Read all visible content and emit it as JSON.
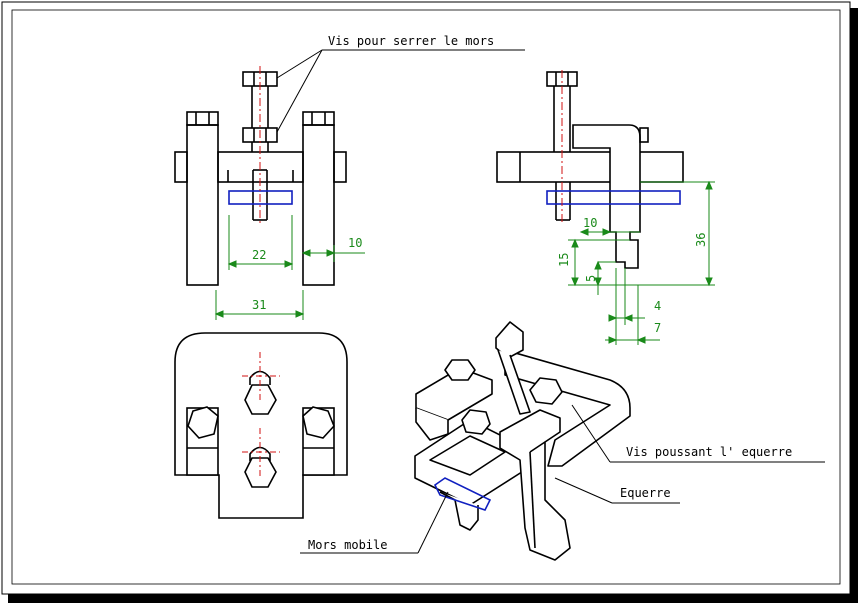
{
  "colors": {
    "line": "#000000",
    "dimension": "#1a8a1a",
    "centerline": "#d01010",
    "jaw": "#1020c0",
    "shadow": "#000000"
  },
  "labels": {
    "screw_jaw": "Vis pour serrer le mors",
    "screw_square": "Vis poussant l' equerre",
    "square": "Equerre",
    "mobile_jaw": "Mors mobile"
  },
  "dimensions": {
    "d22": "22",
    "d10_left": "10",
    "d31": "31",
    "d10_right": "10",
    "d15": "15",
    "d5": "5",
    "d36": "36",
    "d4": "4",
    "d7": "7"
  }
}
